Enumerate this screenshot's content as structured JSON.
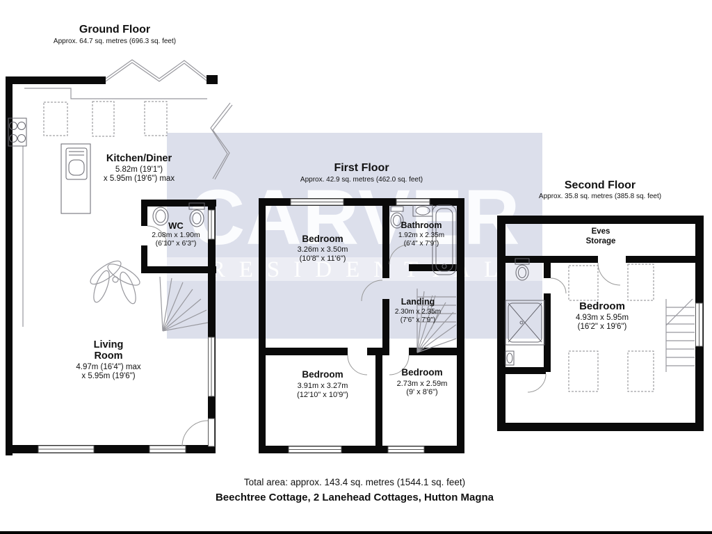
{
  "watermark": {
    "line1": "CARVER",
    "line2": "RESIDENTIAL",
    "band_color": "#dcdfeb",
    "text_color": "#ffffff"
  },
  "floors": [
    {
      "title": "Ground Floor",
      "area": "Approx. 64.7 sq. metres (696.3 sq. feet)",
      "rooms": [
        {
          "name": "Kitchen/Diner",
          "dims": [
            "5.82m (19'1\")",
            "x 5.95m (19'6\") max"
          ]
        },
        {
          "name": "WC",
          "dims": [
            "2.08m x 1.90m",
            "(6'10\" x 6'3\")"
          ]
        },
        {
          "name_lines": [
            "Living",
            "Room"
          ],
          "dims": [
            "4.97m (16'4\") max",
            "x 5.95m (19'6\")"
          ]
        }
      ]
    },
    {
      "title": "First Floor",
      "area": "Approx. 42.9 sq. metres (462.0 sq. feet)",
      "rooms": [
        {
          "name": "Bedroom",
          "dims": [
            "3.26m x 3.50m",
            "(10'8\" x 11'6\")"
          ]
        },
        {
          "name": "Bathroom",
          "dims": [
            "1.92m x 2.35m",
            "(6'4\" x 7'9\")"
          ]
        },
        {
          "name": "Landing",
          "dims": [
            "2.30m x 2.35m",
            "(7'6\" x 7'9\")"
          ]
        },
        {
          "name": "Bedroom",
          "dims": [
            "3.91m x 3.27m",
            "(12'10\" x 10'9\")"
          ]
        },
        {
          "name": "Bedroom",
          "dims": [
            "2.73m x 2.59m",
            "(9' x 8'6\")"
          ]
        }
      ]
    },
    {
      "title": "Second Floor",
      "area": "Approx. 35.8 sq. metres (385.8 sq. feet)",
      "rooms": [
        {
          "name_lines": [
            "Eves",
            "Storage"
          ]
        },
        {
          "name": "Bedroom",
          "dims": [
            "4.93m x 5.95m",
            "(16'2\" x 19'6\")"
          ]
        }
      ]
    }
  ],
  "footer": {
    "total_area": "Total area: approx. 143.4 sq. metres (1544.1 sq. feet)",
    "address": "Beechtree Cottage, 2 Lanehead Cottages, Hutton Magna"
  }
}
